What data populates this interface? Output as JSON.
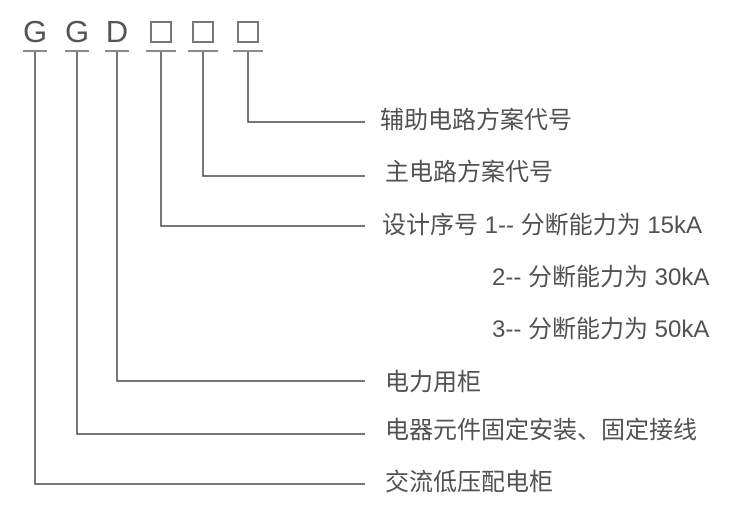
{
  "code": {
    "letters": [
      "G",
      "G",
      "D"
    ]
  },
  "callouts": [
    {
      "id": "aux-circuit-code",
      "label": "辅助电路方案代号"
    },
    {
      "id": "main-circuit-code",
      "label": "主电路方案代号"
    },
    {
      "id": "design-serial-1",
      "label": "设计序号 1-- 分断能力为 15kA"
    },
    {
      "id": "design-serial-2",
      "label": "2-- 分断能力为 30kA"
    },
    {
      "id": "design-serial-3",
      "label": "3-- 分断能力为 50kA"
    },
    {
      "id": "power-cabinet",
      "label": "电力用柜"
    },
    {
      "id": "fixed-mount-wiring",
      "label": "电器元件固定安装、固定接线"
    },
    {
      "id": "ac-lv-cabinet",
      "label": "交流低压配电柜"
    }
  ],
  "colors": {
    "background": "#ffffff",
    "text": "#525252",
    "connector_line": "#4a4a4a",
    "box_border": "#777777",
    "tick": "#8a8a8a"
  }
}
